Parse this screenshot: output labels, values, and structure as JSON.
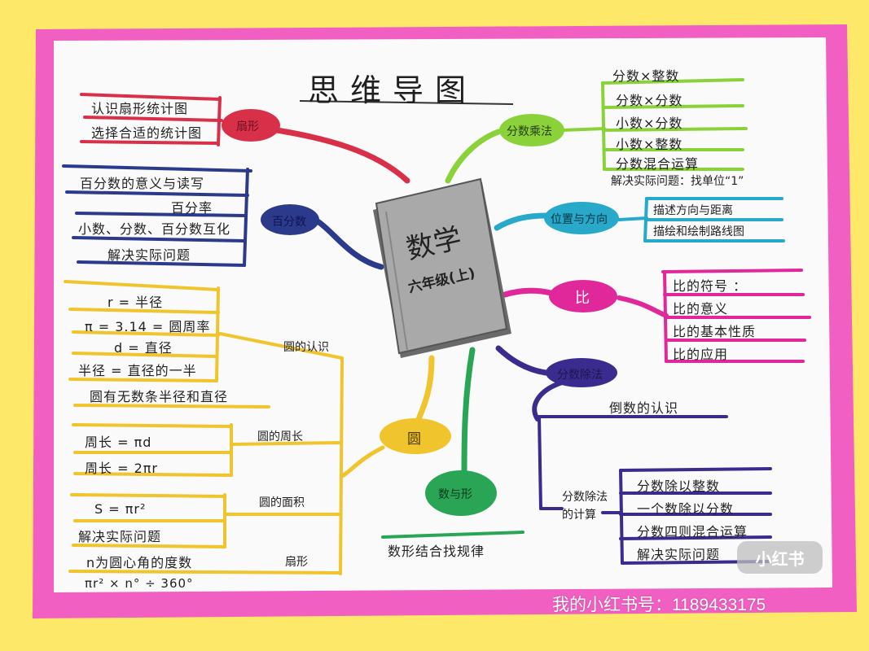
{
  "title": "思维导图",
  "book": {
    "subject": "数学",
    "grade": "六年级(上)"
  },
  "watermark": "小红书",
  "footer": "我的小红书号：1189433175",
  "colors": {
    "background": "#fde86a",
    "frame": "#f25fc3",
    "paper": "#fafafa",
    "red": "#d9304a",
    "navy": "#2c3a8c",
    "yellow": "#f0c42c",
    "green": "#2aa556",
    "lime": "#8bd13a",
    "cyan": "#28a9c9",
    "magenta": "#e0289a",
    "indigo": "#3a2c8e"
  },
  "branches": {
    "shanxing": {
      "node": "扇形",
      "items": [
        "认识扇形统计图",
        "选择合适的统计图"
      ]
    },
    "baifenshu": {
      "node": "百分数",
      "items": [
        "百分数的意义与读写",
        "百分率",
        "小数、分数、百分数互化",
        "解决实际问题"
      ]
    },
    "fenshuchengfa": {
      "node": "分数乘法",
      "items": [
        "分数×整数",
        "分数×分数",
        "小数×分数",
        "小数×整数",
        "分数混合运算",
        "解决实际问题：找单位“1”"
      ]
    },
    "weizhi": {
      "node": "位置与方向",
      "items": [
        "描述方向与距离",
        "描绘和绘制路线图"
      ]
    },
    "bi": {
      "node": "比",
      "items": [
        "比的符号  ：",
        "比的意义",
        "比的基本性质",
        "比的应用"
      ]
    },
    "fenshuchufa": {
      "node": "分数除法",
      "daoshu": "倒数的认识",
      "sub": "分数除法的计算",
      "items": [
        "分数除以整数",
        "一个数除以分数",
        "分数四则混合运算",
        "解决实际问题"
      ]
    },
    "yuan": {
      "node": "圆",
      "renshi": {
        "label": "圆的认识",
        "items": [
          "r = 半径",
          "π = 3.14 = 圆周率",
          "d = 直径",
          "半径 = 直径的一半",
          "圆有无数条半径和直径"
        ]
      },
      "zhouchang": {
        "label": "圆的周长",
        "items": [
          "周长 = πd",
          "周长 = 2πr"
        ]
      },
      "mianji": {
        "label": "圆的面积",
        "items": [
          "S = πr²",
          "解决实际问题"
        ]
      },
      "shanxing": {
        "label": "扇形",
        "items": [
          "n为圆心角的度数",
          "πr² × n° ÷ 360°"
        ]
      }
    },
    "shuxing": {
      "node": "数与形",
      "items": [
        "数形结合找规律"
      ]
    }
  }
}
